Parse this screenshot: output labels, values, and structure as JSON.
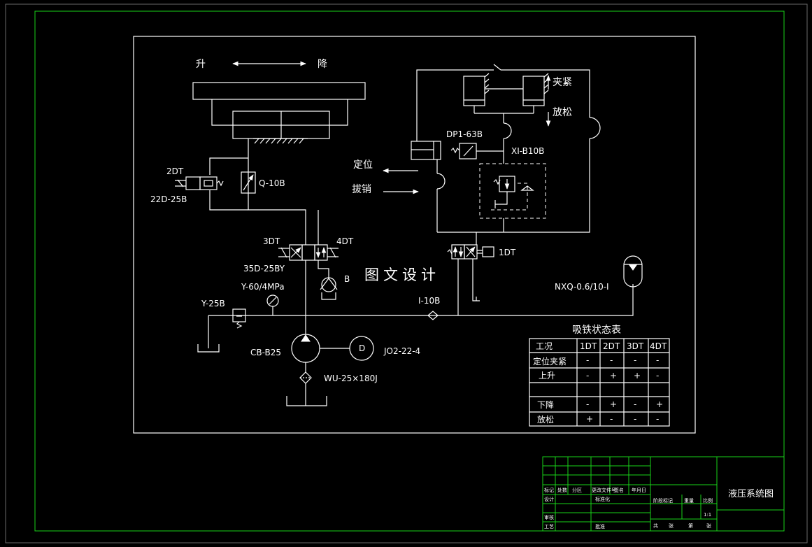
{
  "colors": {
    "background": "#000000",
    "line": "#ffffff",
    "frame_green": "#19d219"
  },
  "labels": {
    "up": "升",
    "down": "降",
    "sol_2dt": "2DT",
    "valve_22d": "22D-25B",
    "throttle_q": "Q-10B",
    "sol_3dt": "3DT",
    "sol_4dt": "4DT",
    "valve_35d": "35D-25BY",
    "pump_b": "B",
    "gauge": "Y-60/4MPa",
    "relief_y": "Y-25B",
    "pump_cb": "CB-B25",
    "motor_d": "D",
    "motor_model": "JO2-22-4",
    "filter_wu": "WU-25×180J",
    "check_i": "I-10B",
    "sol_1dt": "1DT",
    "accumulator": "NXQ-0.6/10-I",
    "pressure_relay": "DP1-63B",
    "valve_xi": "XI-B10B",
    "clamp": "夹紧",
    "release": "放松",
    "locate": "定位",
    "pull_pin": "拔销",
    "watermark": "图文设计"
  },
  "state_table": {
    "title": "吸铁状态表",
    "headers": [
      "工况",
      "1DT",
      "2DT",
      "3DT",
      "4DT"
    ],
    "rows": [
      {
        "name": "定位夹紧",
        "cells": [
          "-",
          "-",
          "-",
          "-"
        ]
      },
      {
        "name": "上升",
        "cells": [
          "-",
          "+",
          "+",
          "-"
        ]
      },
      {
        "name": "",
        "cells": [
          "",
          "",
          "",
          ""
        ]
      },
      {
        "name": "下降",
        "cells": [
          "-",
          "+",
          "-",
          "+"
        ]
      },
      {
        "name": "放松",
        "cells": [
          "+",
          "-",
          "-",
          "-"
        ]
      }
    ]
  },
  "title_block": {
    "drawing_title": "液压系统图",
    "sign_labels": [
      "标记",
      "处数",
      "分区",
      "更改文件号",
      "签名",
      "年月日"
    ],
    "role_labels": [
      "设计",
      "标准化",
      "审核",
      "工艺",
      "批准"
    ],
    "stage_labels": [
      "阶段标记",
      "重量",
      "比例"
    ],
    "sheet_labels": [
      "共",
      "张",
      "第",
      "张"
    ],
    "scale": "1:1"
  }
}
